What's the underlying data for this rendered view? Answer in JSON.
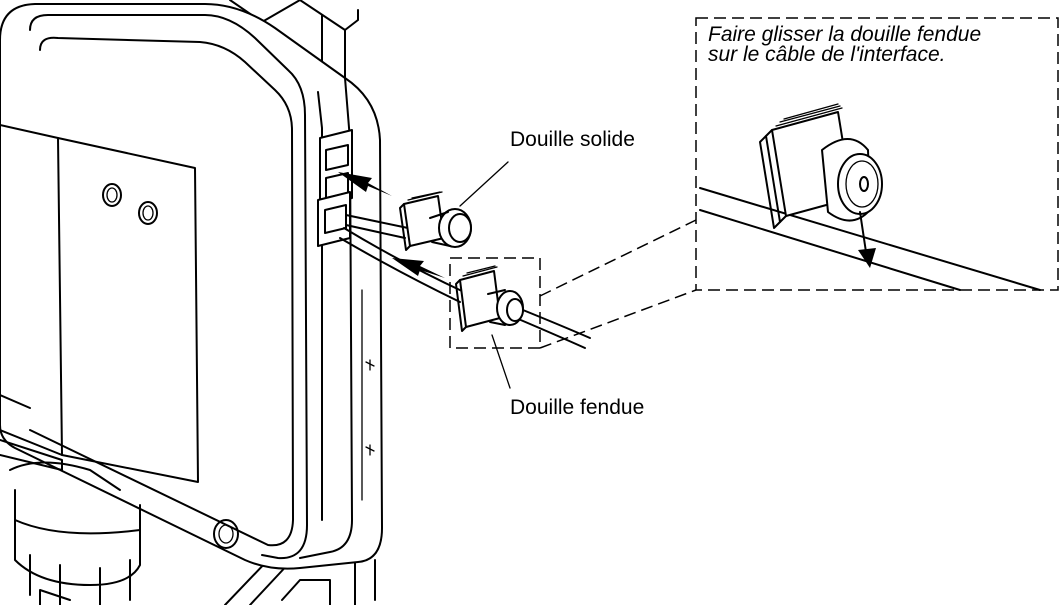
{
  "labels": {
    "solid_bushing": "Douille solide",
    "split_bushing": "Douille fendue",
    "instruction_line1": "Faire glisser la douille fendue",
    "instruction_line2": "sur le câble de l'interface."
  },
  "colors": {
    "line": "#000000",
    "background": "#ffffff"
  }
}
